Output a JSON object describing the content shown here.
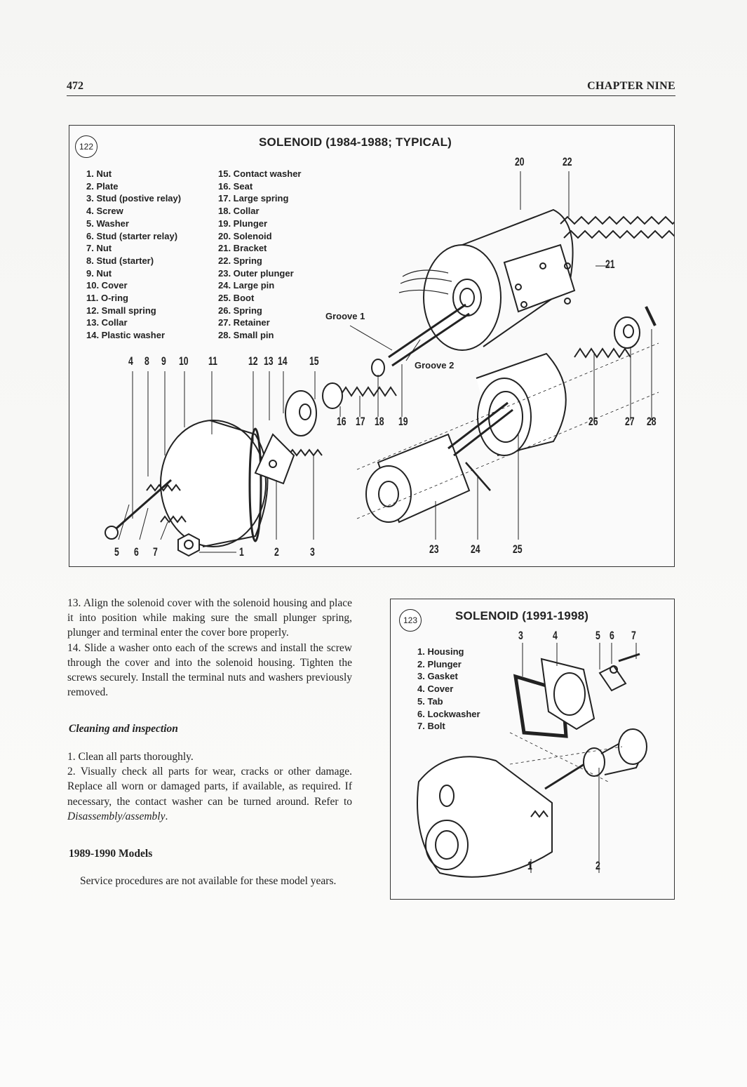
{
  "header": {
    "page_number": "472",
    "chapter": "CHAPTER NINE"
  },
  "figure122": {
    "badge": "122",
    "title": "SOLENOID (1984-1988; TYPICAL)",
    "parts_col1": [
      "1. Nut",
      "2. Plate",
      "3. Stud (postive relay)",
      "4. Screw",
      "5. Washer",
      "6. Stud (starter relay)",
      "7. Nut",
      "8. Stud (starter)",
      "9. Nut",
      "10. Cover",
      "11. O-ring",
      "12. Small spring",
      "13. Collar",
      "14. Plastic washer"
    ],
    "parts_col2": [
      "15. Contact washer",
      "16. Seat",
      "17. Large spring",
      "18. Collar",
      "19. Plunger",
      "20. Solenoid",
      "21. Bracket",
      "22. Spring",
      "23. Outer plunger",
      "24. Large pin",
      "25. Boot",
      "26. Spring",
      "27. Retainer",
      "28. Small pin"
    ],
    "groove1": "Groove 1",
    "groove2": "Groove 2",
    "callouts": {
      "c4": "4",
      "c8": "8",
      "c9": "9",
      "c10": "10",
      "c11": "11",
      "c12": "12",
      "c13": "13",
      "c14": "14",
      "c15": "15",
      "c16": "16",
      "c17": "17",
      "c18": "18",
      "c19": "19",
      "c20": "20",
      "c21": "21",
      "c22": "22",
      "c23": "23",
      "c24": "24",
      "c25": "25",
      "c26": "26",
      "c27": "27",
      "c28": "28",
      "c5": "5",
      "c6": "6",
      "c7": "7",
      "c1": "1",
      "c2": "2",
      "c3": "3"
    }
  },
  "figure123": {
    "badge": "123",
    "title": "SOLENOID (1991-1998)",
    "parts": [
      "1. Housing",
      "2. Plunger",
      "3. Gasket",
      "4. Cover",
      "5. Tab",
      "6. Lockwasher",
      "7. Bolt"
    ],
    "callouts": {
      "c3": "3",
      "c4": "4",
      "c5": "5",
      "c6": "6",
      "c7": "7",
      "c1": "1",
      "c2": "2"
    }
  },
  "text": {
    "step13": "13. Align the solenoid cover with the solenoid housing and place it into position while making sure the small plunger spring, plunger and terminal enter the cover bore properly.",
    "step14": "14. Slide a washer onto each of the screws and install the screw through the cover and into the solenoid housing. Tighten the screws securely. Install the terminal nuts and washers previously removed.",
    "heading_cleaning": "Cleaning and inspection",
    "clean1": "1. Clean all parts thoroughly.",
    "clean2_main": "2. Visually check all parts for wear, cracks or other damage. Replace all worn or damaged parts, if available, as required. If necessary, the contact washer can be turned around. Refer to ",
    "clean2_ref": "Disassembly/assembly",
    "clean2_end": ".",
    "heading_models": "1989-1990 Models",
    "models_text": "Service procedures are not available for these model years."
  }
}
